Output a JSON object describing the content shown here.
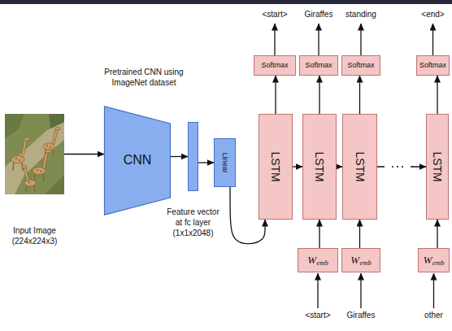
{
  "diagram": {
    "nodes": [
      {
        "text": [
          "Input Image (224x224x3)"
        ]
      },
      {
        "text": [
          "Pretrained CNN using ImageNet dataset",
          "CNN"
        ]
      },
      {
        "text": [
          "Feature vector at fc layer (1x1x2048)"
        ]
      },
      {
        "text": [
          "Linear"
        ]
      },
      {
        "text": [
          "Softmax"
        ]
      },
      {
        "text": [
          "Softmax"
        ]
      },
      {
        "text": [
          "Softmax"
        ]
      },
      {
        "text": [
          "Softmax"
        ]
      },
      {
        "text": [
          "LSTM"
        ]
      },
      {
        "text": [
          "LSTM"
        ]
      },
      {
        "text": [
          "LSTM"
        ]
      },
      {
        "text": [
          "LSTM"
        ]
      },
      {
        "text": [
          "W",
          "emb"
        ]
      },
      {
        "text": [
          "W",
          "emb"
        ]
      },
      {
        "text": [
          "W",
          "emb"
        ]
      }
    ],
    "edges": [
      {
        "from": 0,
        "to": 1,
        "arrow": "to"
      },
      {
        "from": 1,
        "to": 2,
        "arrow": "to"
      },
      {
        "from": 2,
        "to": 3,
        "arrow": "to"
      },
      {
        "from": 3,
        "to": 8,
        "arrow": "to"
      },
      {
        "from": 8,
        "to": 4,
        "arrow": "to"
      },
      {
        "from": 9,
        "to": 5,
        "arrow": "to"
      },
      {
        "from": 10,
        "to": 6,
        "arrow": "to"
      },
      {
        "from": 11,
        "to": 7,
        "arrow": "to"
      },
      {
        "from": 8,
        "to": 9,
        "arrow": "to"
      },
      {
        "from": 9,
        "to": 10,
        "arrow": "to"
      },
      {
        "from": 10,
        "to": 11,
        "arrow": "to"
      },
      {
        "from": 12,
        "to": 9,
        "arrow": "to"
      },
      {
        "from": 13,
        "to": 10,
        "arrow": "to"
      },
      {
        "from": 14,
        "to": 11,
        "arrow": "to"
      }
    ],
    "labels": [
      "<start>",
      "Giraffes",
      "standing",
      "<end>",
      "<start>",
      "Giraffes",
      "other"
    ]
  }
}
